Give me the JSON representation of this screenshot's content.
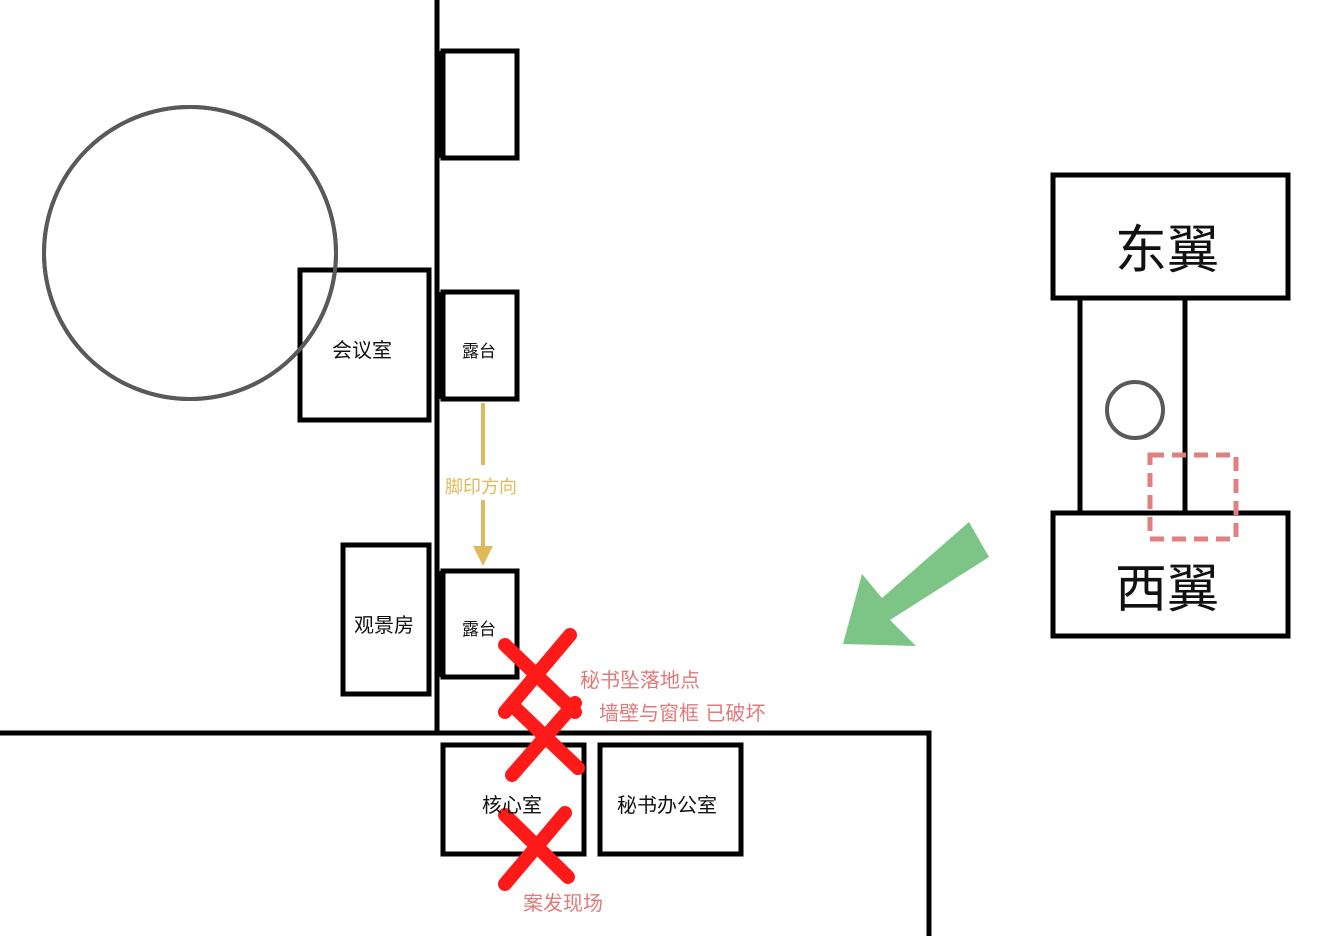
{
  "rooms": {
    "meeting_room": "会议室",
    "view_room": "观景房",
    "terrace_top": "露台",
    "terrace_bottom": "露台",
    "core_room": "核心室",
    "secretary_office": "秘书办公室"
  },
  "annotations": {
    "footprint_direction": "脚印方向",
    "secretary_fall_point": "秘书坠落地点",
    "wall_window_broken": "墙壁与窗框 已破坏",
    "crime_scene": "案发现场"
  },
  "minimap": {
    "east_wing": "东翼",
    "west_wing": "西翼"
  },
  "colors": {
    "line": "#000000",
    "circle_stroke": "#595959",
    "footprint_arrow": "#e0b95a",
    "direction_arrow": "#7dc487",
    "cross_mark": "#ff1a1a",
    "annotation_red": "#e07a7a",
    "highlight_dashed": "#e08080"
  },
  "icons": [
    "cross-mark-icon",
    "down-arrow-icon",
    "direction-arrow-icon"
  ]
}
